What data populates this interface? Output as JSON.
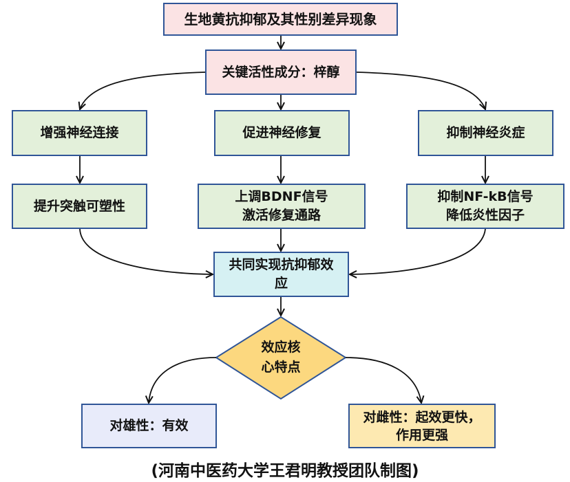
{
  "title": "生地黄抗抑郁及其性别差异现象",
  "key_component": "关键活性成分：梓醇",
  "pathways": [
    {
      "effect": "增强神经连接",
      "mechanism": "提升突触可塑性"
    },
    {
      "effect": "促进神经修复",
      "mechanism": "上调BDNF信号\n激活修复通路"
    },
    {
      "effect": "抑制神经炎症",
      "mechanism": "抑制NF-kB信号\n降低炎性因子"
    }
  ],
  "joint_effect": "共同实现抗抑郁效\n应",
  "decision": "效应核\n心特点",
  "outcomes": {
    "male": "对雄性：有效",
    "female": "对雌性：起效更快，\n作用更强"
  },
  "caption": "(河南中医药大学王君明教授团队制图)",
  "colors": {
    "border": "#2f5597",
    "top_fill": "#fbe3e4",
    "pathway_fill": "#e3f0da",
    "joint_fill": "#d6f1f3",
    "decision_fill": "#fcd87f",
    "male_fill": "#e8ebfa",
    "female_fill": "#fde9b1"
  }
}
